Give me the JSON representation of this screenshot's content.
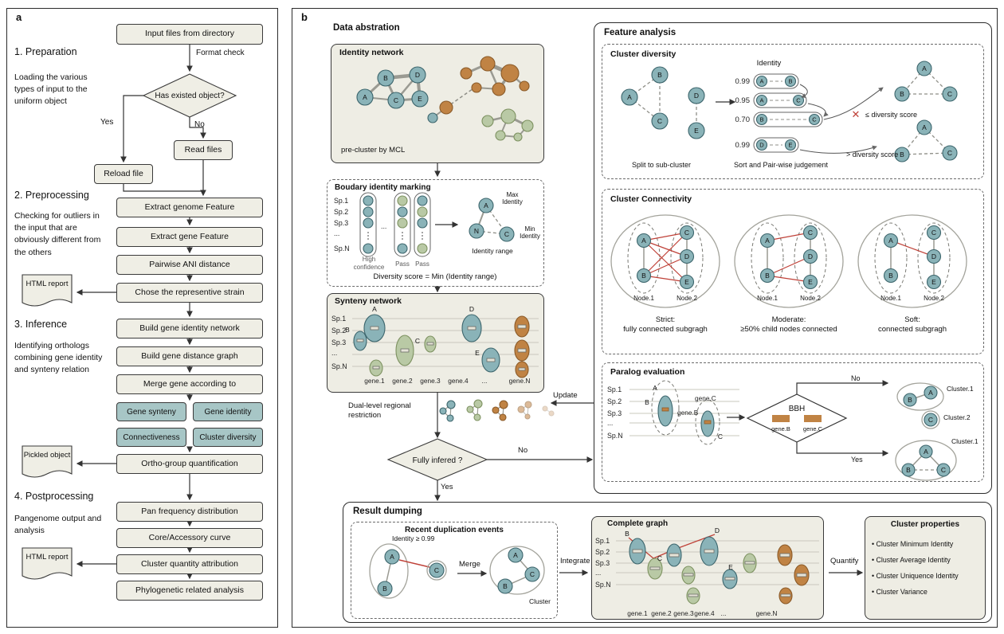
{
  "letters": {
    "A": "A",
    "B": "B",
    "C": "C",
    "D": "D",
    "E": "E",
    "N": "N"
  },
  "panel_a": {
    "label": "a",
    "stage1_title": "1. Preparation",
    "stage1_desc": "Loading the various types of input to the uniform object",
    "stage2_title": "2. Preprocessing",
    "st2age2_desc": "",
    "stage2_desc": "Checking for outliers in the input that are obviously different from the others",
    "stage3_title": "3. Inference",
    "stage3_desc": "Identifying orthologs combining gene identity and synteny relation",
    "stage4_title": "4. Postprocessing",
    "stage4_desc": "Pangenome output and analysis",
    "input_files": "Input files from directory",
    "format_check": "Format check",
    "has_existed": "Has existed object?",
    "yes": "Yes",
    "no": "No",
    "read_files": "Read files",
    "reload_file": "Reload file",
    "extract_genome": "Extract genome Feature",
    "extract_gene": "Extract gene Feature",
    "pairwise_ani": "Pairwise ANI distance",
    "chose_rep": "Chose the representive strain",
    "html_report": "HTML report",
    "build_identity": "Build gene identity network",
    "build_distance": "Build gene distance graph",
    "merge_gene": "Merge gene according to",
    "gene_synteny": "Gene synteny",
    "gene_identity": "Gene identity",
    "connectiveness": "Connectiveness",
    "cluster_diversity": "Cluster diversity",
    "pickled_object": "Pickled object",
    "ortho_group": "Ortho-group quantification",
    "pan_freq": "Pan frequency distribution",
    "core_acc": "Core/Accessory curve",
    "cluster_quant": "Cluster quantity attribution",
    "phylo": "Phylogenetic related analysis"
  },
  "panel_b": {
    "label": "b",
    "sp_rows": [
      "Sp.1",
      "Sp.2",
      "Sp.3",
      "...",
      "Sp.N"
    ],
    "gene_axis": [
      "gene.1",
      "gene.2",
      "gene.3",
      "gene.4",
      "...",
      "gene.N"
    ],
    "data_abstraction": {
      "title": "Data abstration",
      "identity_network_title": "Identity network",
      "mcl_caption": "pre-cluster by MCL",
      "boundary_title": "Boudary identity marking",
      "dots": "...",
      "col1_label": "High confidence",
      "col2_label": "Pass",
      "col3_label": "Pass",
      "max_identity": "Max Identity",
      "min_identity": "Min Identity",
      "identity_range": "Identity range",
      "formula": "Diversity score = Min (Identity range)",
      "synteny_title": "Synteny network",
      "dual_level": "Dual-level regional restriction",
      "fully_infered": "Fully infered ?",
      "yes": "Yes",
      "no": "No",
      "update": "Update"
    },
    "feature_analysis": {
      "title": "Feature analysis",
      "cluster_diversity": {
        "title": "Cluster diversity",
        "identity_header": "Identity",
        "pairs": [
          {
            "value": "0.99",
            "a": "A",
            "b": "B"
          },
          {
            "value": "0.95",
            "a": "A",
            "b": "C"
          },
          {
            "value": "0.70",
            "a": "B",
            "b": "C"
          },
          {
            "value": "0.99",
            "a": "D",
            "b": "E"
          }
        ],
        "reject_mark": "✕",
        "le_score": "≤ diversity score",
        "gt_score": "> diversity score",
        "split_caption": "Split to sub-cluster",
        "sort_caption": "Sort and Pair-wise judgement"
      },
      "cluster_connectivity": {
        "title": "Cluster Connectivity",
        "node1": "Node.1",
        "node2": "Node.2",
        "strict_line1": "Strict:",
        "strict_line2": "fully connected subgragh",
        "moderate_line1": "Moderate:",
        "moderate_line2": "≥50% child nodes connected",
        "soft_line1": "Soft:",
        "soft_line2": "connected subgragh"
      },
      "paralog": {
        "title": "Paralog evaluation",
        "gene_b": "gene.B",
        "gene_c": "gene.C",
        "bbh": "BBH",
        "no": "No",
        "yes": "Yes",
        "cluster1": "Cluster.1",
        "cluster2": "Cluster.2"
      }
    },
    "result_dumping": {
      "title": "Result dumping",
      "recent_title": "Recent duplication events",
      "identity_label": "Identity ≥ 0.99",
      "merge": "Merge",
      "cluster": "Cluster",
      "integrate": "Integrate",
      "complete_graph_title": "Complete graph",
      "quantify": "Quantify",
      "properties_title": "Cluster properties",
      "properties": [
        "Cluster Minimum Identity",
        "Cluster Average Identity",
        "Cluster Uniquence Identity",
        "Cluster Variance"
      ]
    }
  }
}
